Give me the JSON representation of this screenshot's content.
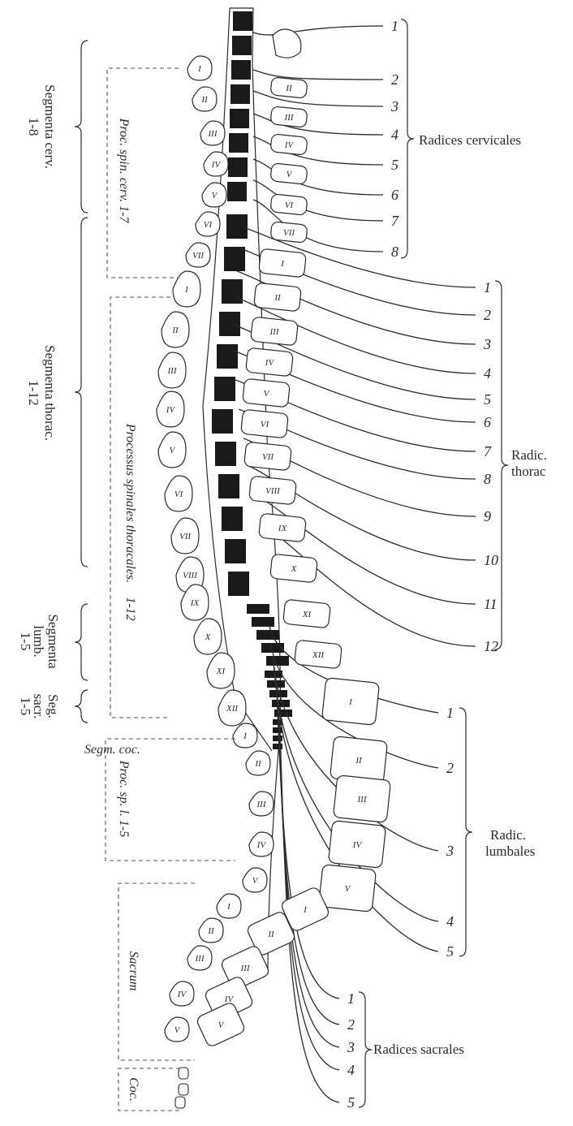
{
  "spinal_diagram": {
    "nerve_root_groups": [
      {
        "name": "Radices cervicales",
        "numbers": [
          "1",
          "2",
          "3",
          "4",
          "5",
          "6",
          "7",
          "8"
        ]
      },
      {
        "name": "Radic. thorac",
        "numbers": [
          "1",
          "2",
          "3",
          "4",
          "5",
          "6",
          "7",
          "8",
          "9",
          "10",
          "11",
          "12"
        ]
      },
      {
        "name": "Radic. lumbales",
        "numbers": [
          "1",
          "2",
          "3",
          "4",
          "5"
        ]
      },
      {
        "name": "Radices sacrales",
        "numbers": [
          "1",
          "2",
          "3",
          "4",
          "5"
        ]
      }
    ],
    "radic_thorac_lines": [
      "Radic.",
      "thorac"
    ],
    "radic_lumbales_lines": [
      "Radic.",
      "lumbales"
    ],
    "segment_labels": {
      "cervical": [
        "Segmenta cerv.",
        "1-8"
      ],
      "thoracic": [
        "Segmenta thorac.",
        "1-12"
      ],
      "lumbar": [
        "Segmenta",
        "lumb.",
        "1-5"
      ],
      "sacral": [
        "Seg.",
        "sacr.",
        "1-5"
      ],
      "coccygeal": "Segm. coc."
    },
    "process_labels": {
      "cervical": "Proc. spin. cerv. 1-7",
      "thoracic": "Processus spinales thoracales.",
      "thoracic_range": "1-12",
      "lumbar": "Proc. sp. l. 1-5",
      "sacrum": "Sacrum",
      "coccyx": "Coc."
    },
    "vertebral_bodies": {
      "cervical": [
        "II",
        "III",
        "IV",
        "V",
        "VI",
        "VII"
      ],
      "thoracic": [
        "I",
        "II",
        "III",
        "IV",
        "V",
        "VI",
        "VII",
        "VIII",
        "IX",
        "X",
        "XI",
        "XII"
      ],
      "lumbar": [
        "I",
        "II",
        "III",
        "IV",
        "V"
      ],
      "sacral": [
        "I",
        "II",
        "III",
        "IV",
        "V"
      ]
    },
    "spinous_processes": {
      "cervical": [
        "I",
        "II",
        "III",
        "IV",
        "V",
        "VI",
        "VII"
      ],
      "thoracic": [
        "I",
        "II",
        "III",
        "IV",
        "V",
        "VI",
        "VII",
        "VIII",
        "IX",
        "X",
        "XI",
        "XII"
      ],
      "lumbar": [
        "I",
        "II",
        "III",
        "IV",
        "V"
      ],
      "sacral": [
        "I",
        "II",
        "III",
        "IV",
        "V"
      ]
    },
    "colors": {
      "ink": "#2b2b2b",
      "cord_segment": "#1a1a1a",
      "background": "#ffffff",
      "dashed": "#555555"
    }
  }
}
